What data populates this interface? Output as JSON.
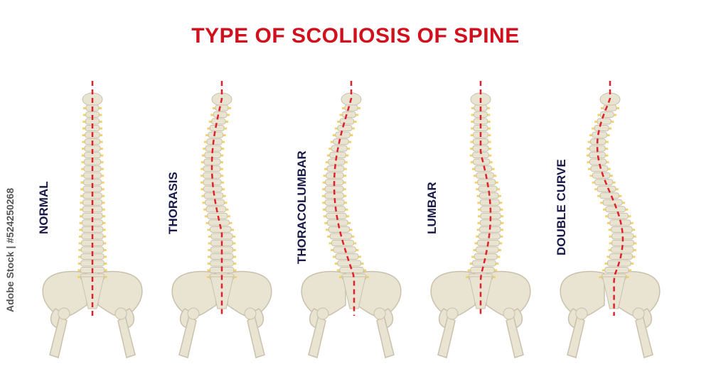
{
  "title": "TYPE OF SCOLIOSIS OF SPINE",
  "watermark": "Adobe Stock | #524250268",
  "spines": [
    {
      "label": "NORMAL",
      "curve": "normal"
    },
    {
      "label": "THORASIS",
      "curve": "thoracic"
    },
    {
      "label": "THORACOLUMBAR",
      "curve": "thoracolumbar"
    },
    {
      "label": "LUMBAR",
      "curve": "lumbar"
    },
    {
      "label": "DOUBLE CURVE",
      "curve": "double"
    }
  ],
  "colors": {
    "title": "#d0101c",
    "midline": "#e0202a",
    "bone": "#e9e3d2",
    "bone_shadow": "#c9c1ab",
    "disc": "#f2d36b",
    "label": "#1a1a4a"
  }
}
